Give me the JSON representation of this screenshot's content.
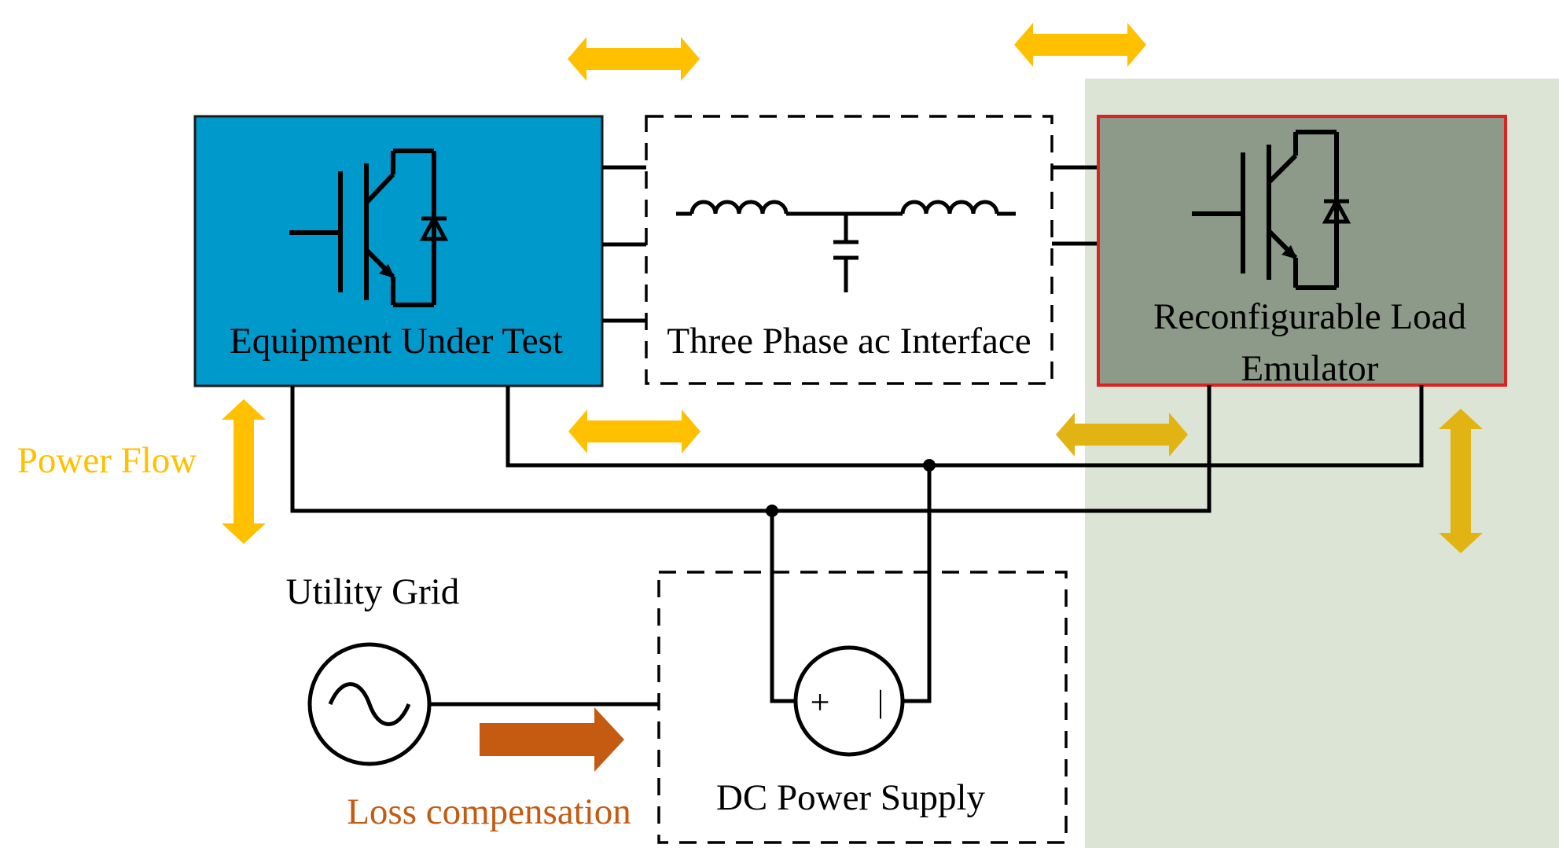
{
  "blocks": {
    "eut": {
      "label": "Equipment Under Test",
      "fill": "#0099CC"
    },
    "interface": {
      "label": "Three Phase ac Interface"
    },
    "emulator": {
      "label_line1": "Reconfigurable Load",
      "label_line2": "Emulator",
      "fill": "#8E9A89",
      "border": "#DD2222"
    },
    "dc_supply": {
      "label": "DC Power Supply",
      "plus": "+",
      "minus": "|"
    },
    "grid": {
      "label": "Utility Grid"
    }
  },
  "annotations": {
    "power_flow": {
      "label": "Power Flow",
      "color": "#FFC000"
    },
    "loss_compensation": {
      "label": "Loss compensation",
      "color": "#C55A11"
    }
  },
  "colors": {
    "highlight_region": "#DCE4D6",
    "arrow_yellow": "#FFC000",
    "wire": "#000000"
  }
}
